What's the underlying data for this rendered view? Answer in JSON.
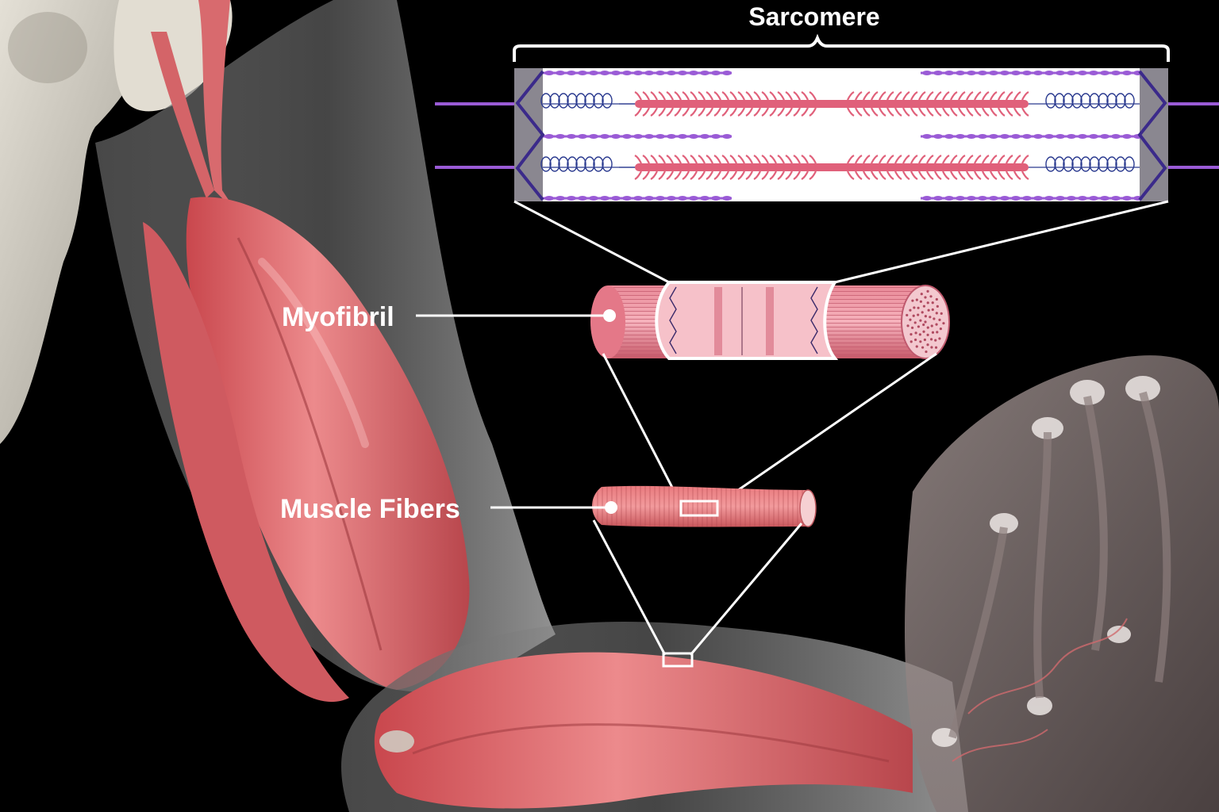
{
  "labels": {
    "sarcomere": "Sarcomere",
    "myofibril": "Myofibril",
    "muscle_fibers": "Muscle Fibers"
  },
  "colors": {
    "background": "#000000",
    "muscle": "#e06a6e",
    "muscle_dark": "#b8464c",
    "bone": "#d6d2c8",
    "skin": "#bdbdbd",
    "thick_filament": "#e0607a",
    "thin_filament": "#9a5bd6",
    "z_disc": "#3b2a8a",
    "titin": "#2a3a8f",
    "connector": "#ffffff"
  },
  "icons": [
    "arm-anatomy-illustration",
    "sarcomere-schematic",
    "myofibril-cylinder",
    "muscle-fiber-cylinder"
  ]
}
